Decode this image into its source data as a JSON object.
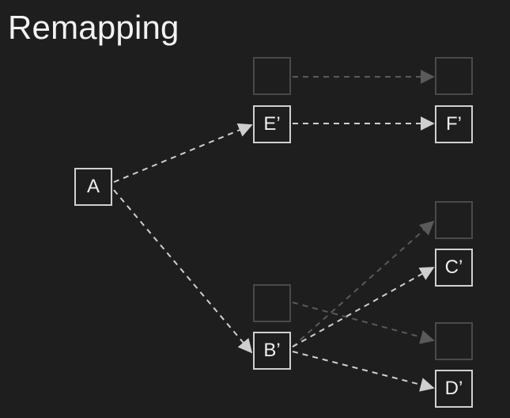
{
  "title": "Remapping",
  "nodes": {
    "a": "A",
    "e_prime": "E’",
    "f_prime": "F’",
    "c_prime": "C’",
    "b_prime": "B’",
    "d_prime": "D’",
    "ghost_top_mid": "",
    "ghost_top_right": "",
    "ghost_c_upper": "",
    "ghost_b_upper": "",
    "ghost_d_upper": ""
  },
  "colors": {
    "background": "#1e1e1e",
    "active_stroke": "#d0d0d0",
    "ghost_stroke": "#4a4a4a",
    "active_edge": "#cfcfcf",
    "ghost_edge": "#5a5a5a",
    "text": "#eeeeee"
  }
}
